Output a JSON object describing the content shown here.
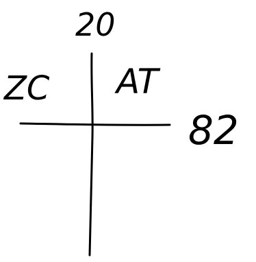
{
  "diagram": {
    "labels": {
      "top": "20",
      "upper_left": "ZC",
      "upper_right": "AT",
      "right": "82"
    },
    "ink_color": "#000000",
    "background_color": "#ffffff"
  }
}
